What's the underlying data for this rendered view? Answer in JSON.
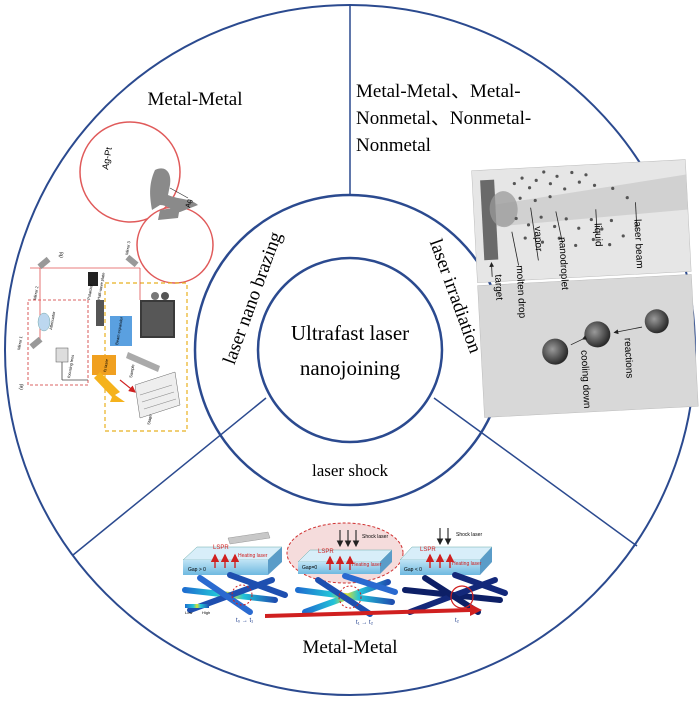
{
  "center": {
    "line1": "Ultrafast laser",
    "line2": "nanojoining"
  },
  "rings": {
    "brazing": "laser nano brazing",
    "irradiation": "laser irradiation",
    "shock": "laser shock"
  },
  "sectors": {
    "top_left_title": "Metal-Metal",
    "top_right_title_lines": [
      "Metal-Metal、Metal-",
      "Nonmetal、Nonmetal-",
      "Nonmetal"
    ],
    "bottom_title": "Metal-Metal"
  },
  "figure_brazing": {
    "ag_pt": "Ag-Pt",
    "ag": "Ag",
    "panel_b": "(b)",
    "panel_a": "(a)",
    "mirror_2": "Mirror 2",
    "mirror_1": "Mirror 1",
    "mirror_3": "Mirror 3",
    "polarizer": "Polarizer",
    "half_wave_plate": "Half-wave plate",
    "beam_expander": "Beam expander",
    "fs_laser": "fs laser",
    "attenuator": "Attenuator",
    "focusing_lens": "focusing lens",
    "sample": "Sample",
    "stage": "Stage"
  },
  "figure_irradiation": {
    "target": "target",
    "molten_drop": "molten drop",
    "vapor": "vapor",
    "nanodroplet": "nanodroplet",
    "liquid": "liquid",
    "laser_beam": "laser beam",
    "cooling_down": "cooling down",
    "reactions": "reactions"
  },
  "figure_shock": {
    "lspr": "LSPR",
    "heating_laser": "Heating laser",
    "shock_laser": "Shock laser",
    "gap_gt": "Gap > 0",
    "gap_eq": "Gap=0",
    "gap_lt": "Gap < 0",
    "t_label_1": "t₀ → t₁",
    "t_label_2": "t₁ → t₂",
    "t_label_3": "t₂",
    "low": "Low",
    "high": "High"
  },
  "colors": {
    "ring": "#2b4a8f",
    "accent_red": "#e03030",
    "nanowire": "#1e3d8f",
    "panel_gray": "#dcdcdc",
    "yellow_arrow": "#f5b21c"
  }
}
